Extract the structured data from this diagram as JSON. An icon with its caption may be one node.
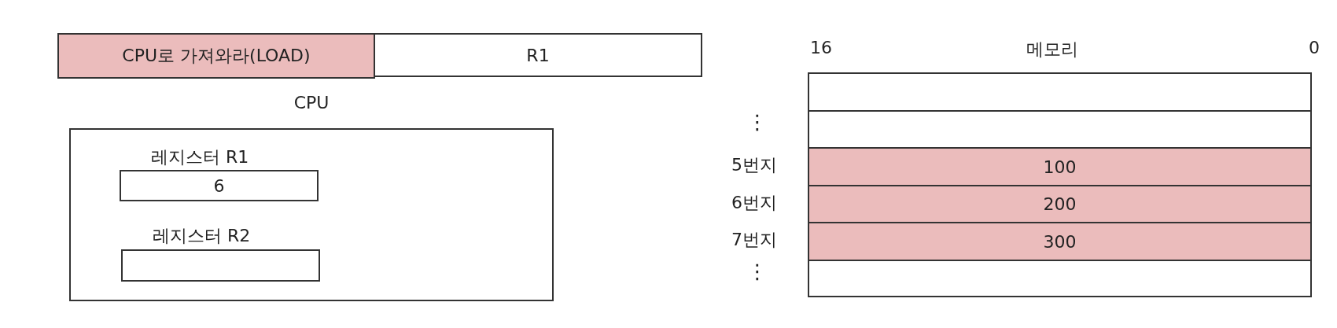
{
  "diagram": {
    "nodes": [
      {
        "text": [
          "CPU로 가져와라(LOAD)"
        ]
      },
      {
        "text": [
          "R1"
        ]
      },
      {
        "text": [
          "CPU"
        ]
      },
      {
        "text": [
          "레지스터 R1",
          "6"
        ],
        "in": 2
      },
      {
        "text": [
          "레지스터 R2"
        ],
        "in": 2
      },
      {
        "text": [
          "메모리"
        ]
      },
      {
        "text": [],
        "shape": "box",
        "in": 5
      },
      {
        "text": [],
        "shape": "box",
        "in": 5
      },
      {
        "text": [
          "100"
        ],
        "beside": [
          "5번지"
        ],
        "in": 5
      },
      {
        "text": [
          "200"
        ],
        "beside": [
          "6번지"
        ],
        "in": 5
      },
      {
        "text": [
          "300"
        ],
        "beside": [
          "7번지"
        ],
        "in": 5
      },
      {
        "text": [],
        "shape": "box",
        "in": 5
      }
    ],
    "labels": [
      "16",
      "0",
      "⋮",
      "⋮"
    ]
  }
}
